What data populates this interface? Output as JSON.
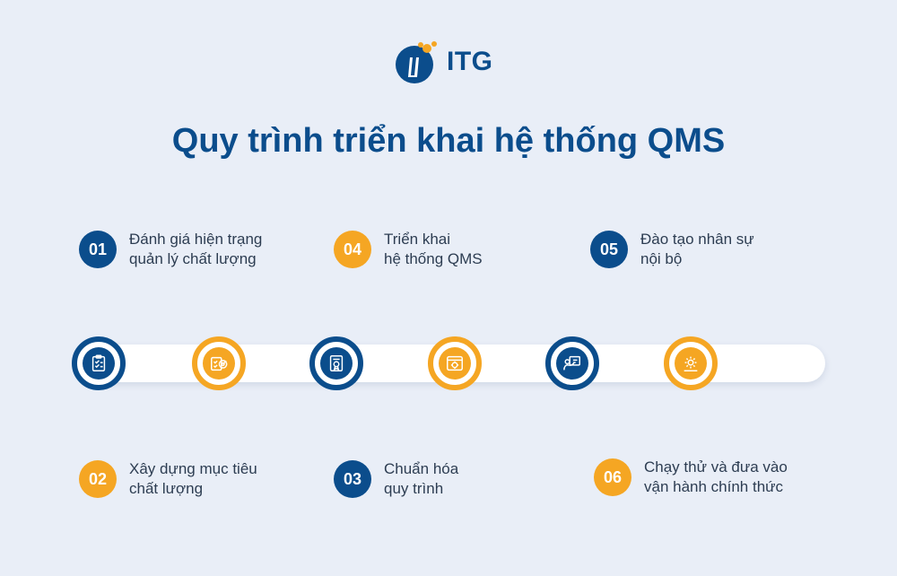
{
  "logo": {
    "text": "ITG"
  },
  "title": "Quy trình triển khai hệ thống QMS",
  "colors": {
    "primary": "#0b4d8c",
    "accent": "#f5a623",
    "background": "#e9eef7"
  },
  "steps": [
    {
      "number": "01",
      "line1": "Đánh giá hiện trạng",
      "line2": "quản lý chất lượng",
      "color": "blue"
    },
    {
      "number": "02",
      "line1": "Xây dựng mục tiêu",
      "line2": "chất lượng",
      "color": "orange"
    },
    {
      "number": "03",
      "line1": "Chuẩn hóa",
      "line2": "quy trình",
      "color": "blue"
    },
    {
      "number": "04",
      "line1": "Triển khai",
      "line2": "hệ thống QMS",
      "color": "orange"
    },
    {
      "number": "05",
      "line1": "Đào tạo nhân sự",
      "line2": "nội bộ",
      "color": "blue"
    },
    {
      "number": "06",
      "line1": "Chạy thử và đưa vào",
      "line2": "vận hành chính thức",
      "color": "orange"
    }
  ],
  "timeline_icons": [
    "checklist-icon",
    "target-icon",
    "certificate-icon",
    "browser-icon",
    "training-icon",
    "gear-icon"
  ]
}
